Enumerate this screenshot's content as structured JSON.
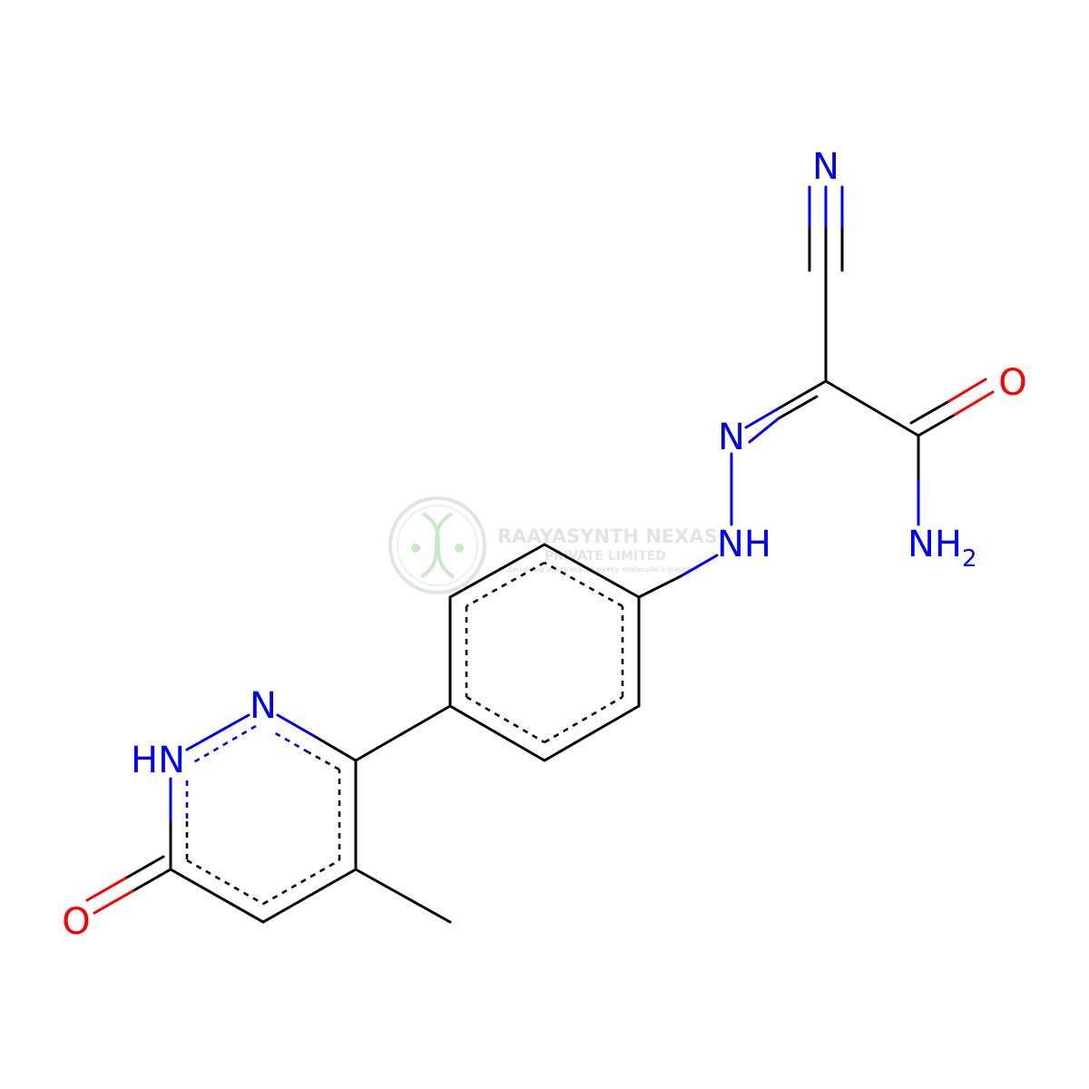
{
  "molecule": {
    "atoms": {
      "cyano_n": {
        "text": "N",
        "color": "#0000ff"
      },
      "carbonyl_o": {
        "text": "O",
        "color": "#ff0000"
      },
      "imine_n": {
        "text": "N",
        "color": "#0000ff"
      },
      "hydrazine_nh": {
        "text": "NH",
        "color": "#0000ff"
      },
      "amide_n": {
        "text": "NH",
        "subscript": "2",
        "color": "#0000ff"
      },
      "ring_n": {
        "text": "N",
        "color": "#0000ff"
      },
      "ring_nh": {
        "text": "HN",
        "color": "#0000ff"
      },
      "keto_o": {
        "text": "O",
        "color": "#ff0000"
      }
    },
    "bond_color": "#000000"
  },
  "watermark": {
    "company": "RAAYASYNTH NEXAS",
    "line2": "PRIVATE LIMITED",
    "tagline": "Ensuring accuracy at every molecule's journey",
    "color": "#c9cdd0",
    "accent": "#9fd59a"
  }
}
